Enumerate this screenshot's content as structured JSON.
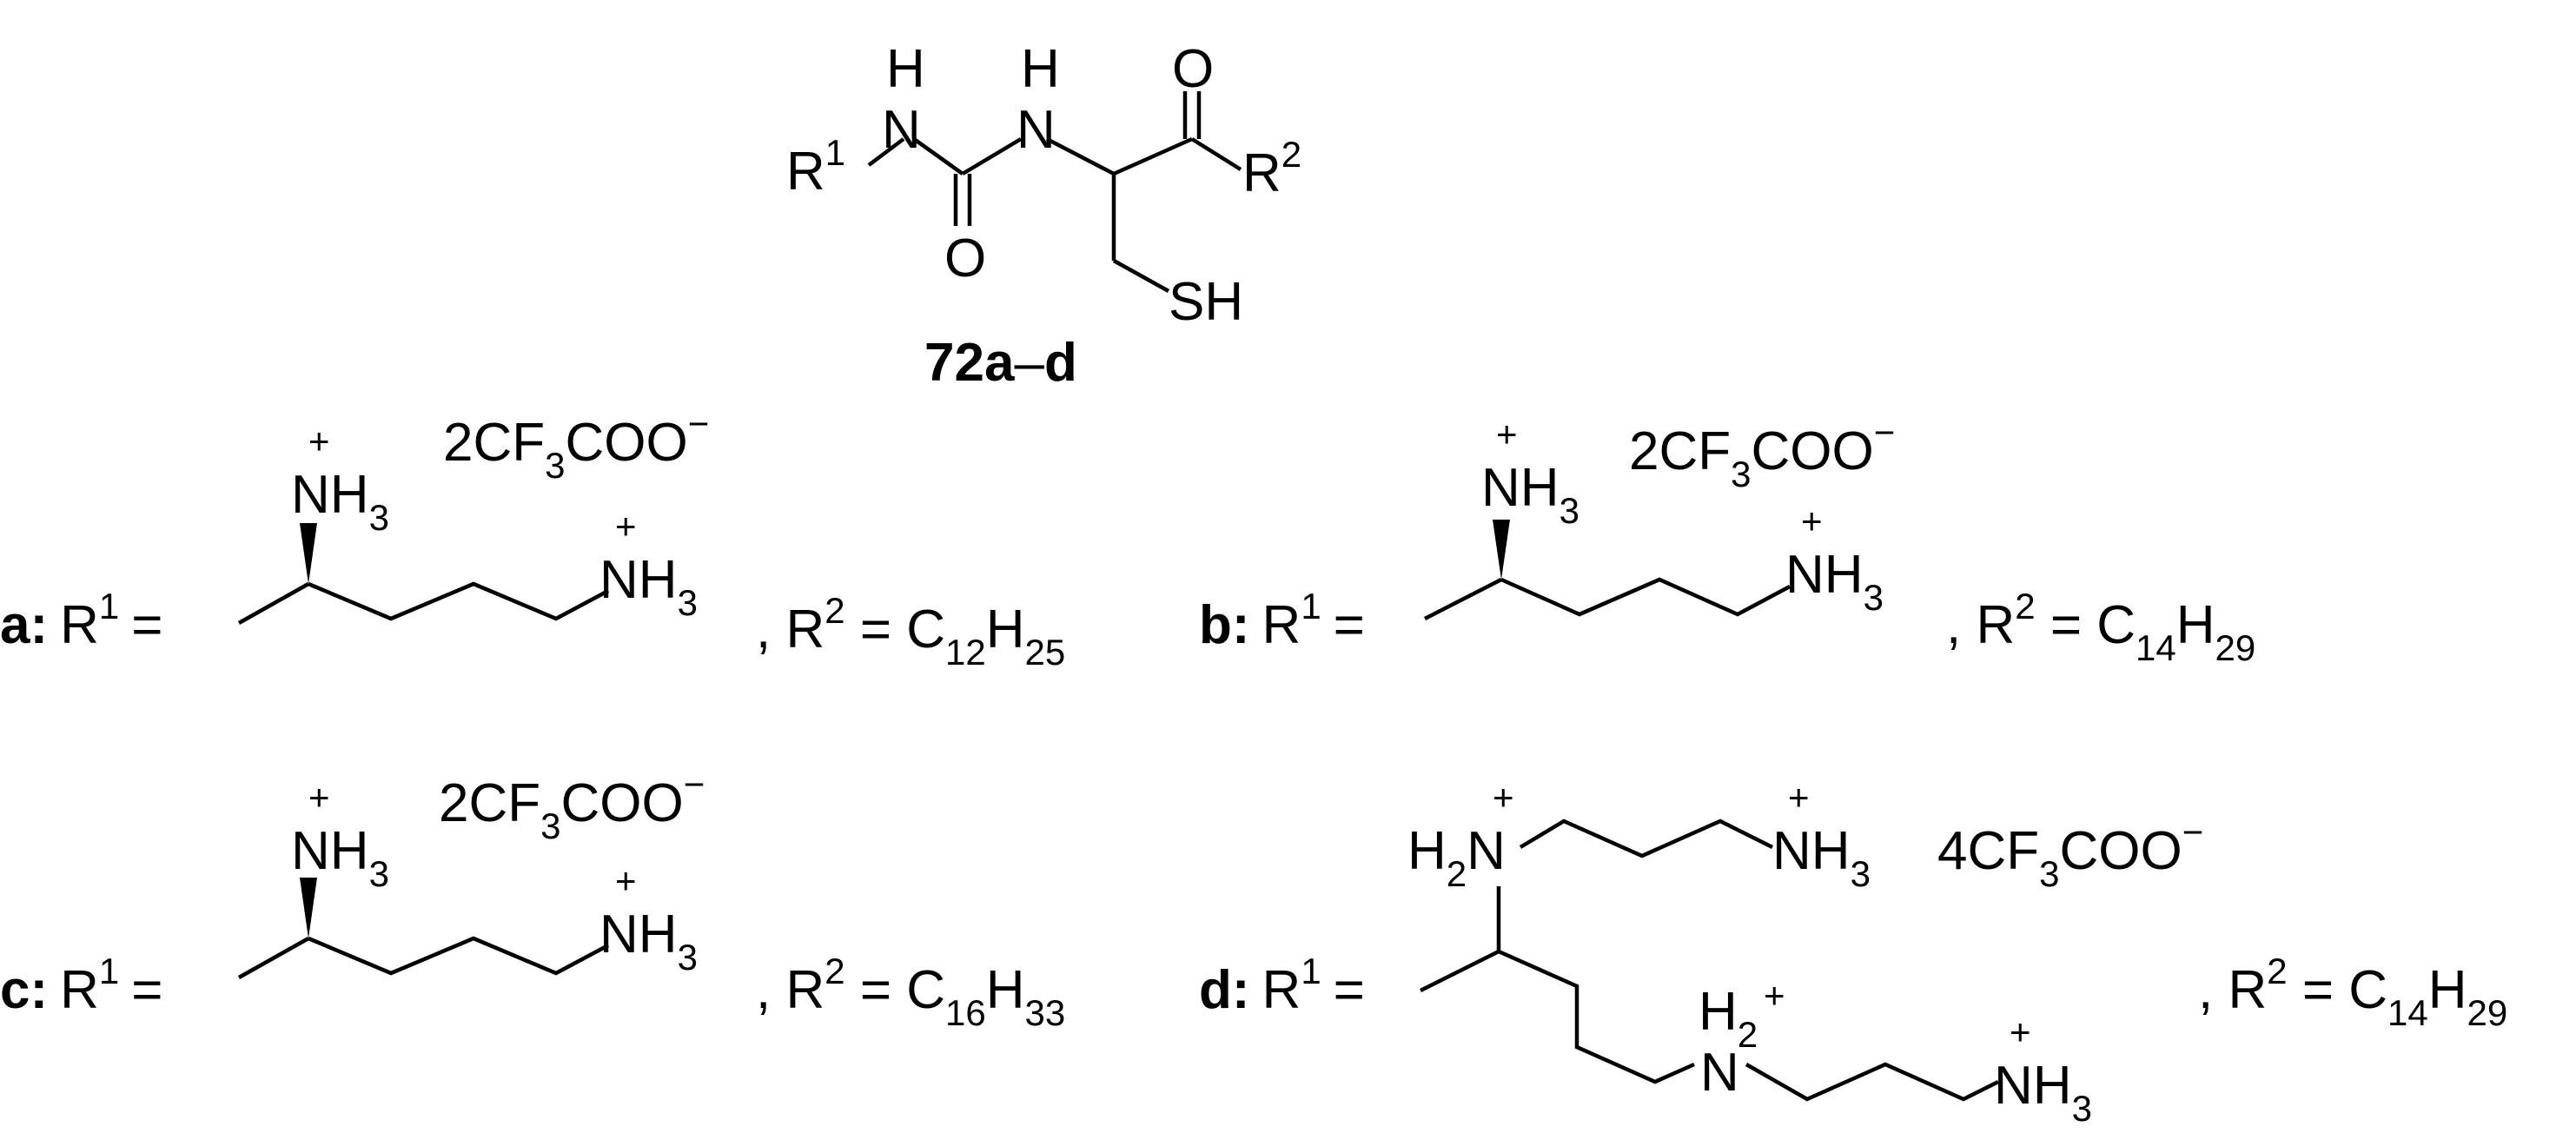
{
  "colors": {
    "ink": "#000000",
    "background": "#ffffff"
  },
  "scaffold": {
    "compound_number": "72a",
    "compound_range": "d",
    "compound_dash": "–",
    "atoms": {
      "r1": "R",
      "r1_sup": "1",
      "nh_left_n": "N",
      "nh_left_h": "H",
      "nh_right_n": "N",
      "nh_right_h": "H",
      "urea_o": "O",
      "ketone_o": "O",
      "r2": "R",
      "r2_sup": "2",
      "sh": "SH"
    }
  },
  "variants": [
    {
      "id": "a",
      "label": "a:",
      "r1_text": "R",
      "r1_sup": "1",
      "eq": "=",
      "r2_text": ", R",
      "r2_sup": "2",
      "r2_eq": " = C",
      "r2_c": "12",
      "r2_h": "H",
      "r2_hn": "25",
      "counterion": {
        "coef": "2CF",
        "f_sub": "3",
        "rest": "COO",
        "charge": "−"
      },
      "amines": [
        {
          "label": "NH",
          "sub": "3",
          "charge": "+"
        },
        {
          "label": "NH",
          "sub": "3",
          "charge": "+"
        }
      ]
    },
    {
      "id": "b",
      "label": "b:",
      "r1_text": "R",
      "r1_sup": "1",
      "eq": "=",
      "r2_text": ", R",
      "r2_sup": "2",
      "r2_eq": " = C",
      "r2_c": "14",
      "r2_h": "H",
      "r2_hn": "29",
      "counterion": {
        "coef": "2CF",
        "f_sub": "3",
        "rest": "COO",
        "charge": "−"
      },
      "amines": [
        {
          "label": "NH",
          "sub": "3",
          "charge": "+"
        },
        {
          "label": "NH",
          "sub": "3",
          "charge": "+"
        }
      ]
    },
    {
      "id": "c",
      "label": "c:",
      "r1_text": "R",
      "r1_sup": "1",
      "eq": "=",
      "r2_text": ", R",
      "r2_sup": "2",
      "r2_eq": " = C",
      "r2_c": "16",
      "r2_h": "H",
      "r2_hn": "33",
      "counterion": {
        "coef": "2CF",
        "f_sub": "3",
        "rest": "COO",
        "charge": "−"
      },
      "amines": [
        {
          "label": "NH",
          "sub": "3",
          "charge": "+"
        },
        {
          "label": "NH",
          "sub": "3",
          "charge": "+"
        }
      ]
    },
    {
      "id": "d",
      "label": "d:",
      "r1_text": "R",
      "r1_sup": "1",
      "eq": "=",
      "r2_text": ", R",
      "r2_sup": "2",
      "r2_eq": " = C",
      "r2_c": "14",
      "r2_h": "H",
      "r2_hn": "29",
      "counterion": {
        "coef": "4CF",
        "f_sub": "3",
        "rest": "COO",
        "charge": "−"
      },
      "amines": [
        {
          "label_h": "H",
          "h_sub": "2",
          "n": "N",
          "charge": "+"
        },
        {
          "label": "NH",
          "sub": "3",
          "charge": "+"
        },
        {
          "n": "N",
          "h": "H",
          "h_sub": "2",
          "charge": "+"
        },
        {
          "label": "NH",
          "sub": "3",
          "charge": "+"
        }
      ]
    }
  ]
}
